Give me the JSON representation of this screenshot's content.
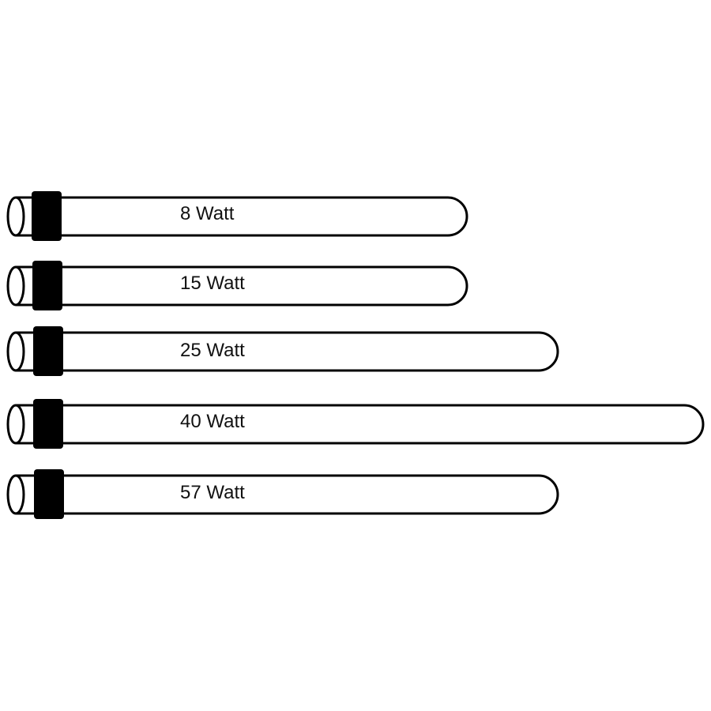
{
  "colors": {
    "background": "#ffffff",
    "outline": "#000000",
    "collar": "#000000",
    "text": "#111111"
  },
  "lamps": [
    {
      "label": "8 Watt"
    },
    {
      "label": "15 Watt"
    },
    {
      "label": "25 Watt"
    },
    {
      "label": "40 Watt"
    },
    {
      "label": "57 Watt"
    }
  ]
}
